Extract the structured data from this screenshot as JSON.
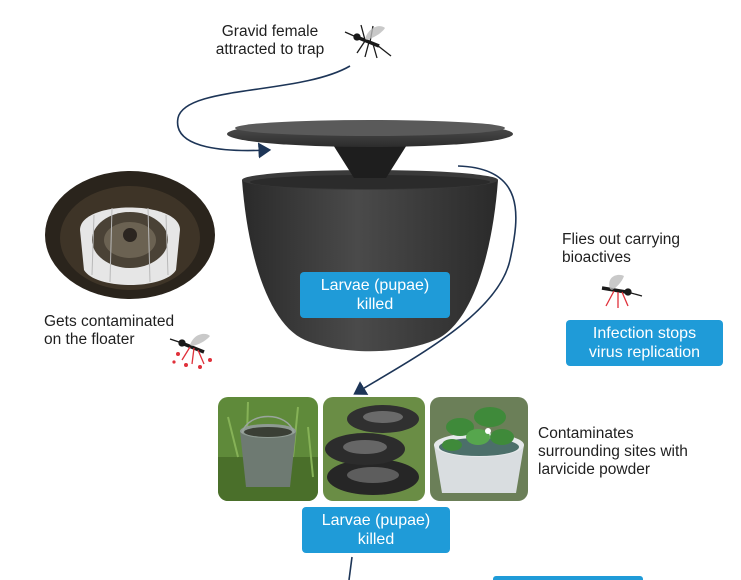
{
  "labels": {
    "gravid_female": [
      "Gravid female",
      "attracted to trap"
    ],
    "flies_out": [
      "Flies out carrying",
      "bioactives"
    ],
    "contaminated_floater": [
      "Gets contaminated",
      "on the floater"
    ],
    "contaminates_sites": [
      "Contaminates",
      "surrounding sites with",
      "larvicide powder"
    ]
  },
  "boxes": {
    "larvae_top": [
      "Larvae (pupae)",
      "killed"
    ],
    "infection": [
      "Infection stops",
      "virus replication"
    ],
    "larvae_bottom": [
      "Larvae (pupae)",
      "killed"
    ]
  },
  "colors": {
    "accent_blue": "#1f9bd8",
    "arrow_navy": "#1d3557",
    "trap_dark": "#2f2f2f",
    "mosquito_red": "#e0303a"
  }
}
